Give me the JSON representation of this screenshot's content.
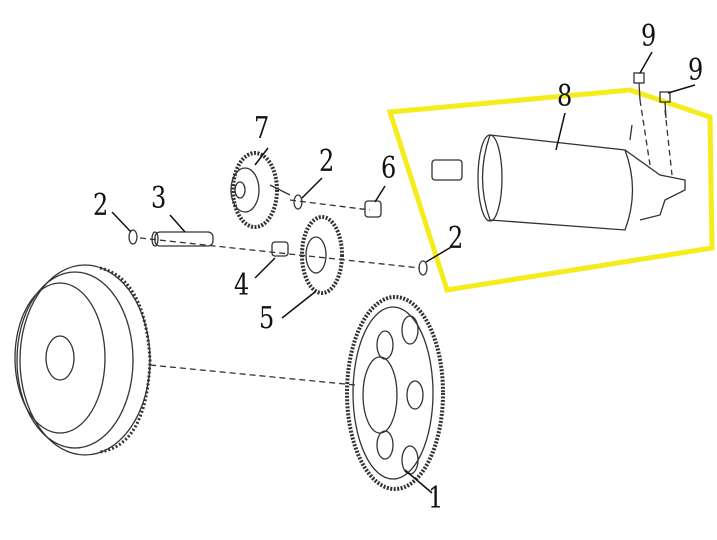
{
  "diagram": {
    "highlight_color": "#f5ec1d",
    "line_color": "#333333",
    "callouts": [
      {
        "id": "9a",
        "text": "9"
      },
      {
        "id": "9b",
        "text": "9"
      },
      {
        "id": "8",
        "text": "8"
      },
      {
        "id": "7",
        "text": "7"
      },
      {
        "id": "2a",
        "text": "2"
      },
      {
        "id": "6",
        "text": "6"
      },
      {
        "id": "2b",
        "text": "2"
      },
      {
        "id": "3",
        "text": "3"
      },
      {
        "id": "2c",
        "text": "2"
      },
      {
        "id": "4",
        "text": "4"
      },
      {
        "id": "5",
        "text": "5"
      },
      {
        "id": "1",
        "text": "1"
      }
    ]
  }
}
